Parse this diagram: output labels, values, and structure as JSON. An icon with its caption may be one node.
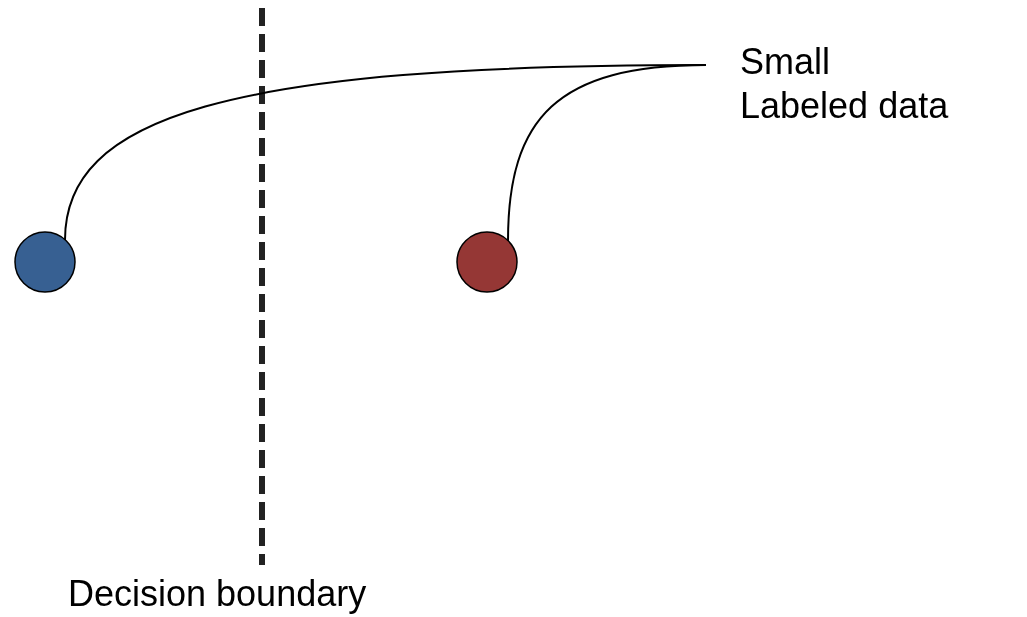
{
  "diagram": {
    "nodes": [
      {
        "text": [
          "Small Labeled data"
        ]
      },
      {
        "text": [],
        "shape": "circle"
      },
      {
        "text": [],
        "shape": "circle"
      }
    ],
    "edges": [
      {
        "from": 0,
        "to": 1,
        "arrow": "none"
      },
      {
        "from": 0,
        "to": 2,
        "arrow": "none"
      }
    ],
    "labels": [
      "Decision boundary"
    ]
  }
}
